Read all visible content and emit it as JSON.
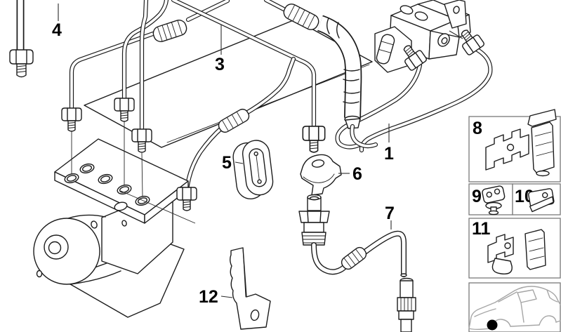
{
  "colors": {
    "background": "#ffffff",
    "line": "#1c1c1c",
    "inset_border": "#7a7a7a",
    "vehicle_outline": "#a6a6a6",
    "locator_dot": "#000000"
  },
  "callouts": {
    "c1": "1",
    "c3": "3",
    "c4": "4",
    "c5": "5",
    "c6": "6",
    "c7": "7",
    "c12": "12"
  },
  "insets": {
    "c8": "8",
    "c9": "9",
    "c10": "10",
    "c11": "11"
  },
  "icons": {
    "vehicle_locator": "car-coupe-silhouette-icon",
    "location_marker": "black-dot-marker",
    "parts": {
      "p1": "brake-pipe-icon",
      "p3": "brake-pipe-set-icon",
      "p4": "mounting-bolt-icon",
      "p5": "rubber-grommet-icon",
      "p6": "clamp-bracket-icon",
      "p7": "brake-hose-icon",
      "p8": "pipe-clip-large-icon",
      "p9": "pipe-clip-small-icon",
      "p10": "pipe-clip-small-icon",
      "p11": "pipe-clip-medium-icon",
      "p12": "holder-bracket-icon"
    }
  }
}
